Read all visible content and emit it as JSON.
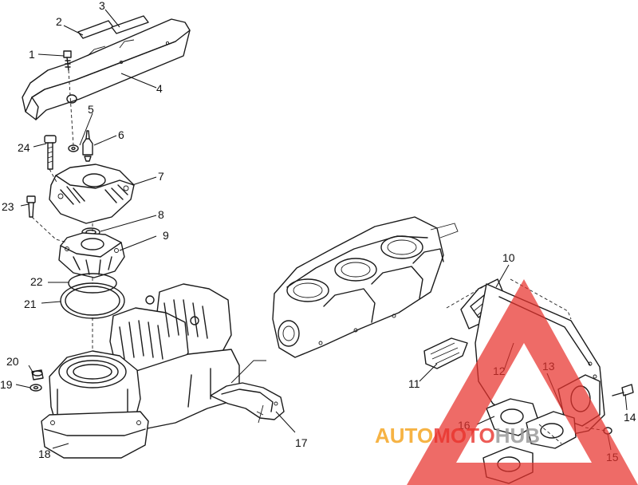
{
  "callouts": {
    "c1": "1",
    "c2": "2",
    "c3": "3",
    "c4": "4",
    "c5": "5",
    "c6": "6",
    "c7": "7",
    "c8": "8",
    "c9": "9",
    "c10": "10",
    "c11": "11",
    "c12": "12",
    "c13": "13",
    "c14": "14",
    "c15": "15",
    "c16": "16",
    "c17": "17",
    "c18": "18",
    "c19": "19",
    "c20": "20",
    "c21": "21",
    "c22": "22",
    "c23": "23",
    "c24": "24"
  },
  "watermark": {
    "part1": "AUTO",
    "part2": "MOTO",
    "part3": "HUB",
    "color_orange": "#f5a623",
    "color_red": "#e8322c",
    "color_grey": "#9a9a9a"
  }
}
